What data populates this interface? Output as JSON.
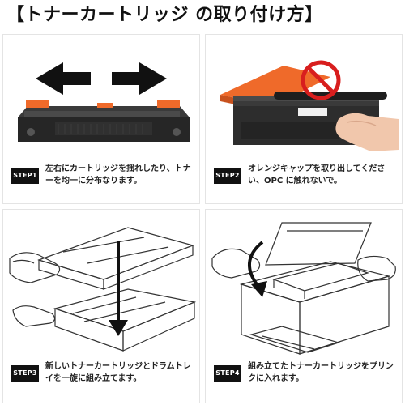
{
  "header": {
    "title": "【トナーカートリッジ の取り付け方】"
  },
  "steps": [
    {
      "badge": "STEP1",
      "text": "左右にカートリッジを揺れしたり、トナーを均一に分布なります。"
    },
    {
      "badge": "STEP2",
      "text": "オレンジキャップを取り出してください、OPC に触れないで。"
    },
    {
      "badge": "STEP3",
      "text": "新しいトナーカートリッジとドラムトレイを一旋に組み立てます。"
    },
    {
      "badge": "STEP4",
      "text": "組み立てたトナーカートリッジをプリンクに入れます。"
    }
  ],
  "colors": {
    "accent_orange": "#ef6a2a",
    "badge_black": "#111111",
    "prohibit_red": "#d81e1e"
  },
  "icons": [
    "shake-arrows-icon",
    "prohibited-icon",
    "insert-arrow-icon"
  ]
}
